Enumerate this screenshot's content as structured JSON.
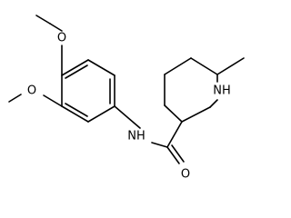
{
  "molecule": {
    "atom_labels": {
      "oxygen_methoxy_top": "O",
      "oxygen_methoxy_left": "O",
      "amide_nitrogen": "NH",
      "ring_nitrogen": "NH",
      "carbonyl_oxygen": "O"
    }
  }
}
